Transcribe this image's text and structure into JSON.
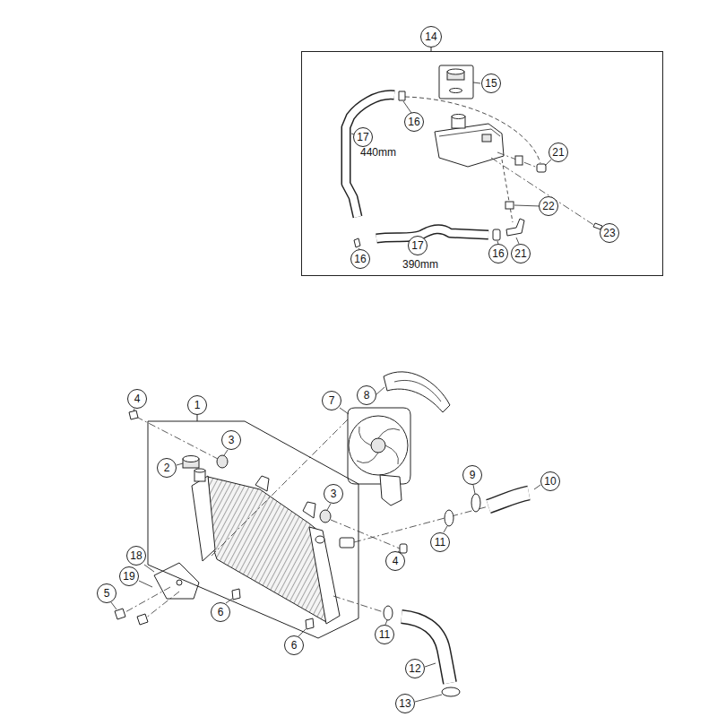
{
  "diagram": {
    "nodes": [
      {
        "text": [
          "14"
        ]
      },
      {
        "text": [
          "15"
        ],
        "in": 0
      },
      {
        "text": [
          "16"
        ],
        "in": 0
      },
      {
        "text": [
          "17"
        ],
        "in": 0
      },
      {
        "text": [
          "21"
        ],
        "in": 0
      },
      {
        "text": [
          "22"
        ],
        "in": 0
      },
      {
        "text": [
          "23"
        ],
        "in": 0
      },
      {
        "text": [
          "17"
        ],
        "in": 0
      },
      {
        "text": [
          "16"
        ],
        "in": 0
      },
      {
        "text": [
          "16"
        ],
        "in": 0
      },
      {
        "text": [
          "21"
        ],
        "in": 0
      },
      {
        "text": [
          "8"
        ]
      },
      {
        "text": [
          "4"
        ]
      },
      {
        "text": [
          "7"
        ]
      },
      {
        "text": [
          "1"
        ]
      },
      {
        "text": [
          "3"
        ],
        "in": 14
      },
      {
        "text": [
          "2"
        ],
        "in": 14
      },
      {
        "text": [
          "3"
        ],
        "in": 14
      },
      {
        "text": [
          "9"
        ]
      },
      {
        "text": [
          "10"
        ]
      },
      {
        "text": [
          "11"
        ]
      },
      {
        "text": [
          "18"
        ]
      },
      {
        "text": [
          "4"
        ]
      },
      {
        "text": [
          "19"
        ]
      },
      {
        "text": [
          "5"
        ]
      },
      {
        "text": [
          "6"
        ]
      },
      {
        "text": [
          "11"
        ]
      },
      {
        "text": [
          "6"
        ]
      },
      {
        "text": [
          "12"
        ]
      },
      {
        "text": [
          "13"
        ]
      }
    ],
    "labels": [
      "440mm",
      "390mm"
    ]
  }
}
